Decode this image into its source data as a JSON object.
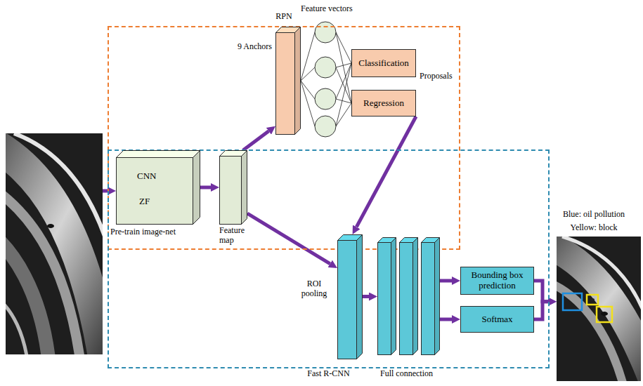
{
  "diagram": {
    "nodes": [
      {
        "text": [
          "RPN"
        ]
      },
      {
        "text": [
          "Fast R-CNN"
        ]
      },
      {
        "text": [
          "CNN",
          "ZF",
          "Pre-train image-net"
        ],
        "in": 1
      },
      {
        "text": [
          "Feature map"
        ],
        "in": 1
      },
      {
        "text": [
          "9 Anchors"
        ],
        "in": 0
      },
      {
        "text": [
          "Classification"
        ],
        "in": 0
      },
      {
        "text": [
          "Regression"
        ],
        "in": 0
      },
      {
        "text": [
          "ROI pooling"
        ],
        "in": 1
      },
      {
        "text": [
          "Full connection"
        ],
        "in": 1
      },
      {
        "text": [
          "Bounding box prediction"
        ],
        "in": 1
      },
      {
        "text": [
          "Softmax"
        ],
        "in": 1
      },
      {
        "text": [
          "Blue: oil pollution",
          "Yellow: block"
        ]
      }
    ],
    "edges": [
      {
        "from": 2,
        "to": 3,
        "arrow": "to"
      },
      {
        "from": 3,
        "to": 4,
        "arrow": "to"
      },
      {
        "from": 3,
        "to": 7,
        "arrow": "to"
      },
      {
        "from": 6,
        "to": 7,
        "arrow": "to"
      },
      {
        "from": 7,
        "to": 8,
        "arrow": "to"
      },
      {
        "from": 8,
        "to": 9,
        "arrow": "to"
      },
      {
        "from": 8,
        "to": 10,
        "arrow": "to"
      },
      {
        "from": 9,
        "to": 11,
        "arrow": "to"
      },
      {
        "from": 10,
        "to": 11,
        "arrow": "to"
      }
    ],
    "labels": [
      "Feature vectors",
      "Proposals"
    ]
  }
}
